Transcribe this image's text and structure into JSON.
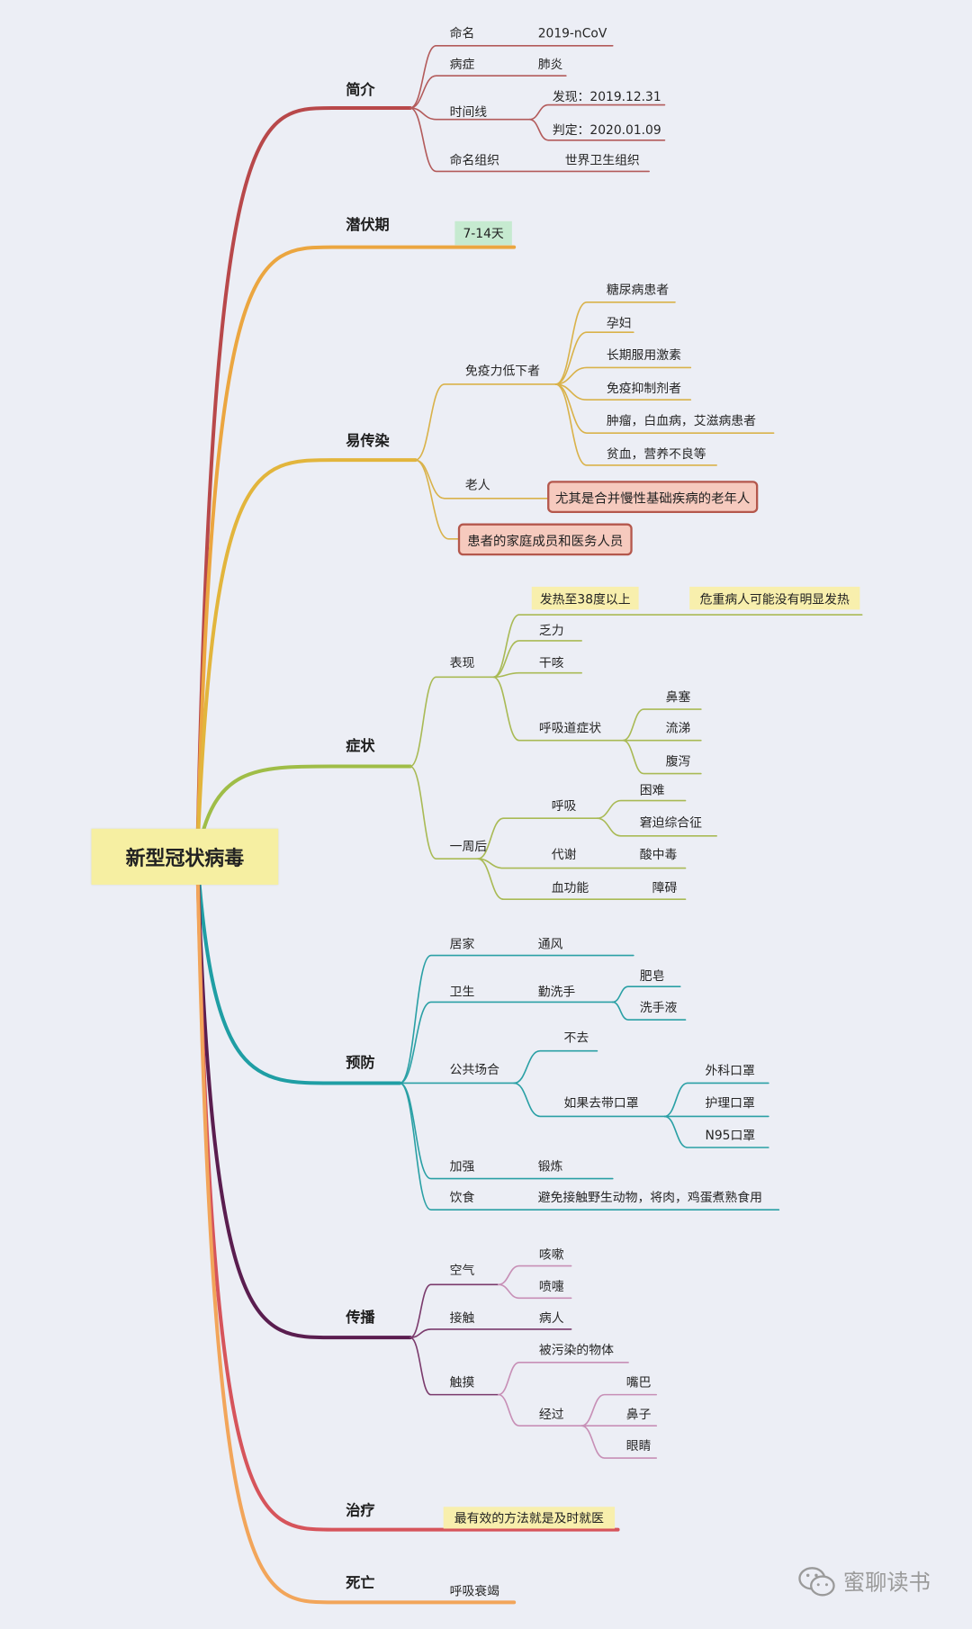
{
  "central_topic": "新型冠状病毒",
  "intro": {
    "label": "简介",
    "naming": {
      "label": "命名",
      "value": "2019-nCoV"
    },
    "disease": {
      "label": "病症",
      "value": "肺炎"
    },
    "timeline": {
      "label": "时间线",
      "discovered": "发现：2019.12.31",
      "confirmed": "判定：2020.01.09"
    },
    "naming_org": {
      "label": "命名组织",
      "value": "世界卫生组织"
    }
  },
  "incubation": {
    "label": "潜伏期",
    "value": "7-14天"
  },
  "susceptible": {
    "label": "易传染",
    "low_immunity": {
      "label": "免疫力低下者",
      "items": [
        "糖尿病患者",
        "孕妇",
        "长期服用激素",
        "免疫抑制剂者",
        "肿瘤，白血病，艾滋病患者",
        "贫血，营养不良等"
      ]
    },
    "elderly": {
      "label": "老人",
      "note": "尤其是合并慢性基础疾病的老年人"
    },
    "family": "患者的家庭成员和医务人员"
  },
  "symptoms": {
    "label": "症状",
    "manifestation": {
      "label": "表现",
      "fever": "发热至38度以上",
      "fever_note": "危重病人可能没有明显发热",
      "fatigue": "乏力",
      "dry_cough": "干咳",
      "respiratory": {
        "label": "呼吸道症状",
        "items": [
          "鼻塞",
          "流涕",
          "腹泻"
        ]
      }
    },
    "after_week": {
      "label": "一周后",
      "breathing": {
        "label": "呼吸",
        "items": [
          "困难",
          "窘迫综合征"
        ]
      },
      "metabolism": {
        "label": "代谢",
        "value": "酸中毒"
      },
      "blood": {
        "label": "血功能",
        "value": "障碍"
      }
    }
  },
  "prevention": {
    "label": "预防",
    "home": {
      "label": "居家",
      "value": "通风"
    },
    "hygiene": {
      "label": "卫生",
      "value": "勤洗手",
      "items": [
        "肥皂",
        "洗手液"
      ]
    },
    "public": {
      "label": "公共场合",
      "avoid": "不去",
      "if_go": {
        "label": "如果去带口罩",
        "items": [
          "外科口罩",
          "护理口罩",
          "N95口罩"
        ]
      }
    },
    "strengthen": {
      "label": "加强",
      "value": "锻炼"
    },
    "diet": {
      "label": "饮食",
      "value": "避免接触野生动物，将肉，鸡蛋煮熟食用"
    }
  },
  "transmission": {
    "label": "传播",
    "air": {
      "label": "空气",
      "items": [
        "咳嗽",
        "喷嚏"
      ]
    },
    "contact": {
      "label": "接触",
      "value": "病人"
    },
    "touch": {
      "label": "触摸",
      "contaminated": "被污染的物体",
      "via": {
        "label": "经过",
        "items": [
          "嘴巴",
          "鼻子",
          "眼睛"
        ]
      }
    }
  },
  "treatment": {
    "label": "治疗",
    "value": "最有效的方法就是及时就医"
  },
  "death": {
    "label": "死亡",
    "value": "呼吸衰竭"
  },
  "watermark": "蜜聊读书",
  "colors": {
    "intro": "#b8484a",
    "incubation": "#eba640",
    "susceptible": "#e2b53c",
    "symptoms": "#9fbd47",
    "prevention": "#1f9ea4",
    "transmission": "#5a1d4f",
    "treatment": "#d6545b",
    "death": "#f2a55a",
    "central_fill": "#f6efa2"
  }
}
